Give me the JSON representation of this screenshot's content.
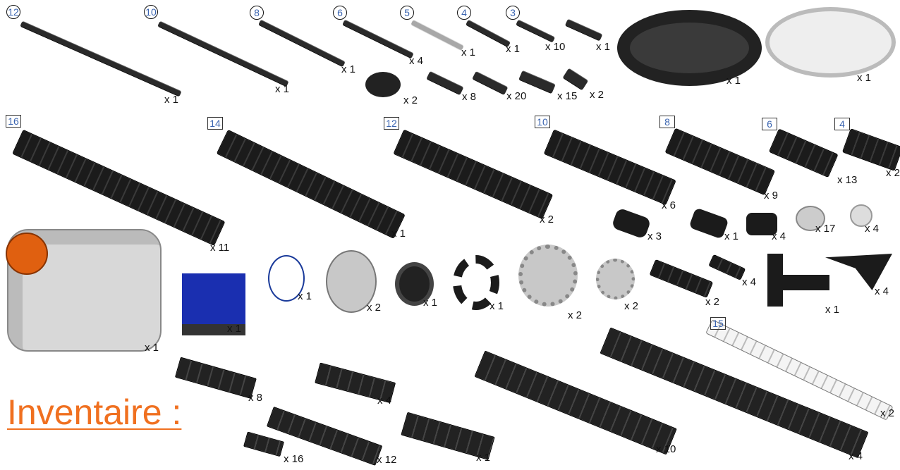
{
  "title": "Inventaire :",
  "colors": {
    "title": "#f07020",
    "label": "#3a64b0",
    "part_dark": "#1b1b1b",
    "part_light": "#e6e6e6",
    "battery": "#1a2fb0",
    "motor_hub": "#e06010"
  },
  "items": [
    {
      "name": "axle-12",
      "label": "12",
      "qty": "x 1"
    },
    {
      "name": "axle-10",
      "label": "10",
      "qty": "x 1"
    },
    {
      "name": "axle-8",
      "label": "8",
      "qty": "x 1"
    },
    {
      "name": "axle-6",
      "label": "6",
      "qty": "x 4"
    },
    {
      "name": "axle-5",
      "label": "5",
      "qty": "x 1"
    },
    {
      "name": "axle-4",
      "label": "4",
      "qty": "x 1"
    },
    {
      "name": "axle-3",
      "label": "3",
      "qty": "x 10"
    },
    {
      "name": "axle-stop",
      "qty": "x 1"
    },
    {
      "name": "tire-large",
      "qty": "x 1"
    },
    {
      "name": "wheel-rim-large",
      "qty": "x 1"
    },
    {
      "name": "turntable-bush",
      "qty": "x 2"
    },
    {
      "name": "axle-pin-long",
      "qty": "x 8"
    },
    {
      "name": "pin-long",
      "qty": "x 20"
    },
    {
      "name": "pin-friction",
      "qty": "x 15"
    },
    {
      "name": "ball-pin",
      "qty": "x 2"
    },
    {
      "name": "beam-16",
      "label": "16",
      "qty": "x 11"
    },
    {
      "name": "beam-14",
      "label": "14",
      "qty": "x 1"
    },
    {
      "name": "beam-12",
      "label": "12",
      "qty": "x 2"
    },
    {
      "name": "beam-10",
      "label": "10",
      "qty": "x 6"
    },
    {
      "name": "beam-8",
      "label": "8",
      "qty": "x 9"
    },
    {
      "name": "beam-6",
      "label": "6",
      "qty": "x 13"
    },
    {
      "name": "beam-4",
      "label": "4",
      "qty": "x 2"
    },
    {
      "name": "connector-tube",
      "qty": "x 3"
    },
    {
      "name": "axle-connector",
      "qty": "x 1"
    },
    {
      "name": "cross-block",
      "qty": "x 4"
    },
    {
      "name": "bush-grey",
      "qty": "x 17"
    },
    {
      "name": "half-bush",
      "qty": "x 4"
    },
    {
      "name": "servo-motor",
      "qty": "x 1"
    },
    {
      "name": "battery-box",
      "qty": "x 1"
    },
    {
      "name": "rubber-band",
      "qty": "x 1"
    },
    {
      "name": "pulley",
      "qty": "x 2"
    },
    {
      "name": "wheel-small",
      "qty": "x 1"
    },
    {
      "name": "tire-small",
      "qty": "x 1"
    },
    {
      "name": "gear-24",
      "qty": "x 2"
    },
    {
      "name": "gear-16",
      "qty": "x 2"
    },
    {
      "name": "liftarm-4",
      "qty": "x 2"
    },
    {
      "name": "liftarm-2",
      "qty": "x 4"
    },
    {
      "name": "liftarm-l",
      "qty": "x 1"
    },
    {
      "name": "liftarm-triangle",
      "qty": "x 4"
    },
    {
      "name": "liftarm-15",
      "label": "15",
      "qty": "x 2"
    },
    {
      "name": "plate-2x4",
      "qty": "x 8"
    },
    {
      "name": "plate-2x4b",
      "qty": "x 4"
    },
    {
      "name": "plate-1x2",
      "qty": "x 16"
    },
    {
      "name": "plate-2x8",
      "qty": "x 12"
    },
    {
      "name": "plate-2x6",
      "qty": "x 1"
    },
    {
      "name": "plate-2x12",
      "qty": "x 10"
    },
    {
      "name": "plate-2x16",
      "qty": "x 4"
    }
  ]
}
